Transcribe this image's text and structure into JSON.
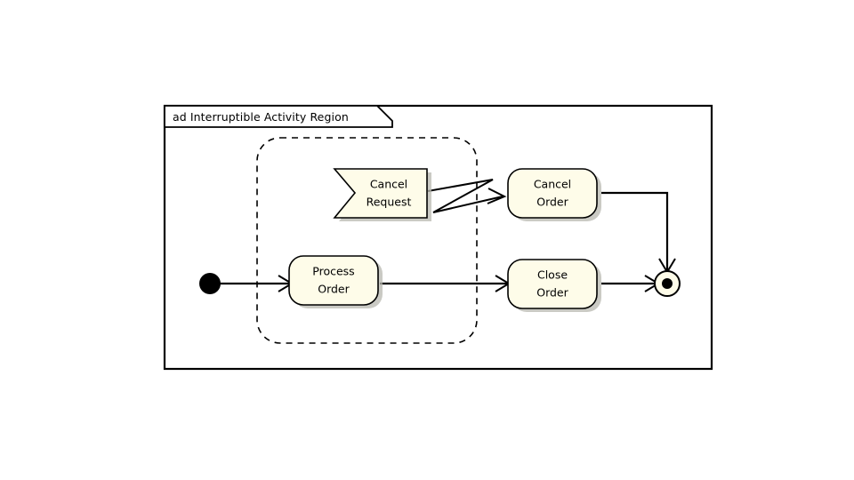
{
  "diagram": {
    "kind": "uml-activity-diagram",
    "frame": {
      "title": "ad Interruptible Activity Region",
      "tab_label_prefix": "ad",
      "tab_label_name": "Interruptible Activity Region"
    },
    "colors": {
      "node_fill": "#FEFCE9",
      "node_stroke": "#000000",
      "shadow": "#B8B8B0",
      "canvas": "#FFFFFF",
      "frame_stroke": "#000000"
    },
    "region": {
      "name": "interruptible-activity-region",
      "style": "dashed-rounded-rectangle",
      "label": ""
    },
    "nodes": [
      {
        "id": "initial",
        "type": "initial-node",
        "label": "",
        "shape": "filled-circle"
      },
      {
        "id": "process-order",
        "type": "action",
        "label": "Process Order",
        "line1": "Process",
        "line2": "Order",
        "shape": "rounded-rectangle"
      },
      {
        "id": "cancel-request",
        "type": "accept-signal-action",
        "label": "Cancel Request",
        "line1": "Cancel",
        "line2": "Request",
        "shape": "signal-receipt-pentagon"
      },
      {
        "id": "cancel-order",
        "type": "action",
        "label": "Cancel Order",
        "line1": "Cancel",
        "line2": "Order",
        "shape": "rounded-rectangle"
      },
      {
        "id": "close-order",
        "type": "action",
        "label": "Close Order",
        "line1": "Close",
        "line2": "Order",
        "shape": "rounded-rectangle"
      },
      {
        "id": "final",
        "type": "activity-final-node",
        "label": "",
        "shape": "bullseye-circle"
      }
    ],
    "edges": [
      {
        "id": "initial-to-process-order",
        "from": "initial",
        "to": "process-order",
        "type": "control-flow",
        "label": ""
      },
      {
        "id": "process-order-to-close-order",
        "from": "process-order",
        "to": "close-order",
        "type": "control-flow",
        "label": ""
      },
      {
        "id": "cancel-request-to-cancel-order",
        "from": "cancel-request",
        "to": "cancel-order",
        "type": "interrupting-edge",
        "style": "lightning-zigzag",
        "label": ""
      },
      {
        "id": "cancel-order-to-final",
        "from": "cancel-order",
        "to": "final",
        "type": "control-flow",
        "label": ""
      },
      {
        "id": "close-order-to-final",
        "from": "close-order",
        "to": "final",
        "type": "control-flow",
        "label": ""
      }
    ]
  }
}
